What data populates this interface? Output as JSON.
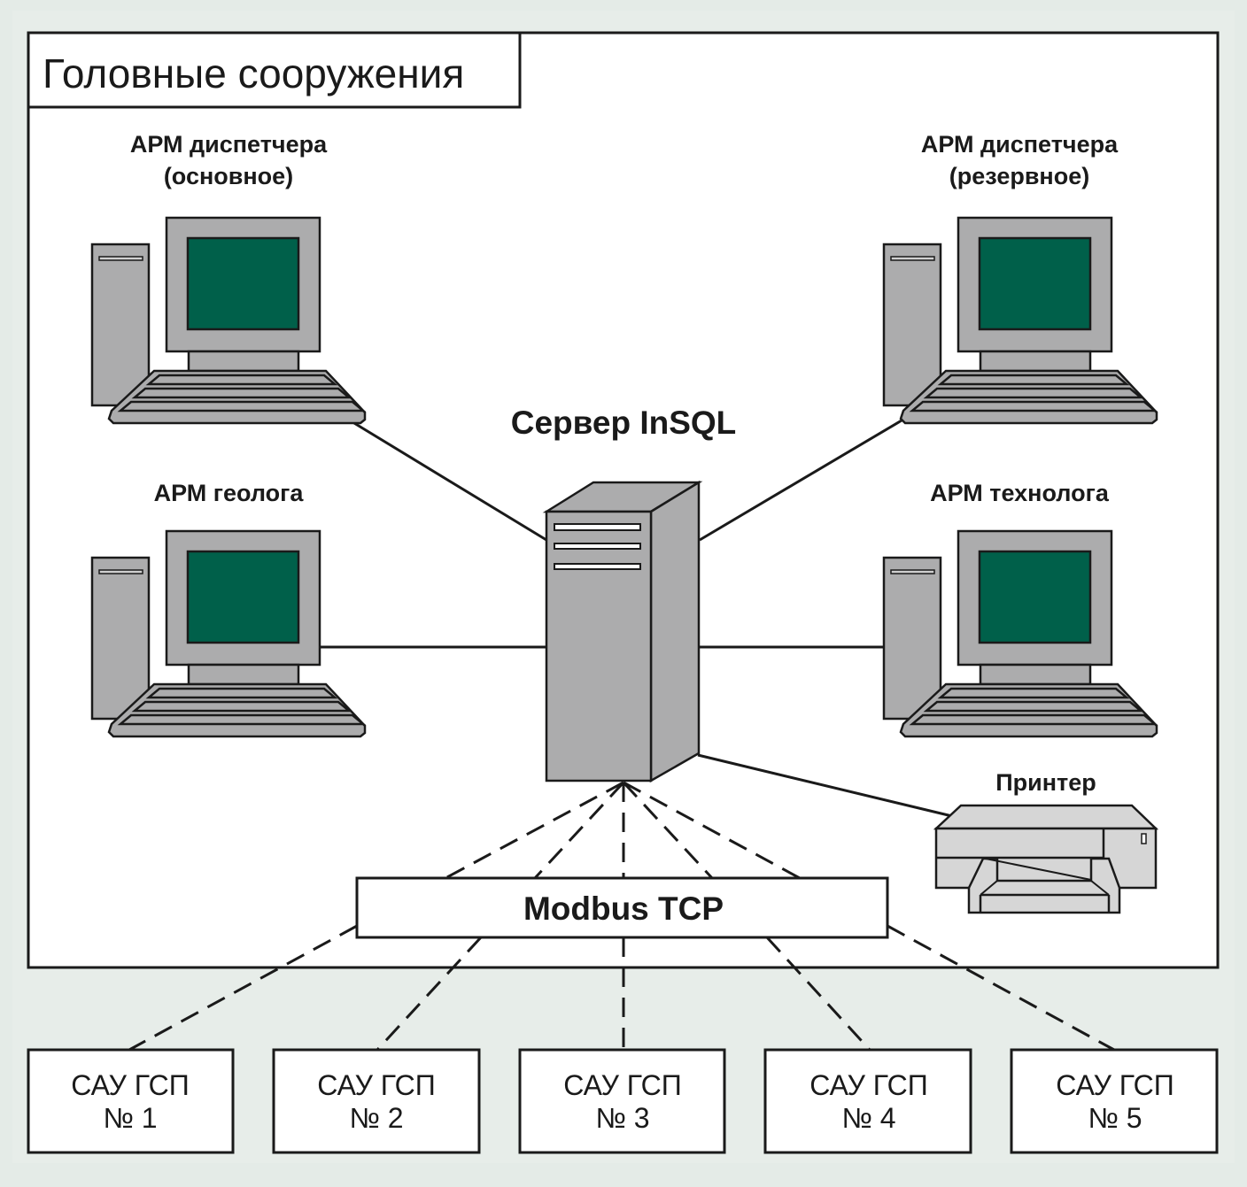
{
  "diagram": {
    "area_title": "Головные сооружения",
    "server": {
      "label": "Сервер InSQL"
    },
    "workstations": [
      {
        "id": "dispatcher-main",
        "line1": "АРМ диспетчера",
        "line2": "(основное)"
      },
      {
        "id": "dispatcher-backup",
        "line1": "АРМ диспетчера",
        "line2": "(резервное)"
      },
      {
        "id": "geologist",
        "line1": "АРМ геолога",
        "line2": ""
      },
      {
        "id": "technologist",
        "line1": "АРМ технолога",
        "line2": ""
      }
    ],
    "printer": {
      "label": "Принтер"
    },
    "bus": {
      "label": "Modbus TCP"
    },
    "controllers": [
      {
        "line1": "САУ ГСП",
        "line2": "№ 1"
      },
      {
        "line1": "САУ ГСП",
        "line2": "№ 2"
      },
      {
        "line1": "САУ ГСП",
        "line2": "№ 3"
      },
      {
        "line1": "САУ ГСП",
        "line2": "№ 4"
      },
      {
        "line1": "САУ ГСП",
        "line2": "№ 5"
      }
    ],
    "colors": {
      "background": "#e4ebe7",
      "device_grey": "#acacad",
      "screen": "#00604a",
      "printer": "#d6d6d6"
    }
  }
}
